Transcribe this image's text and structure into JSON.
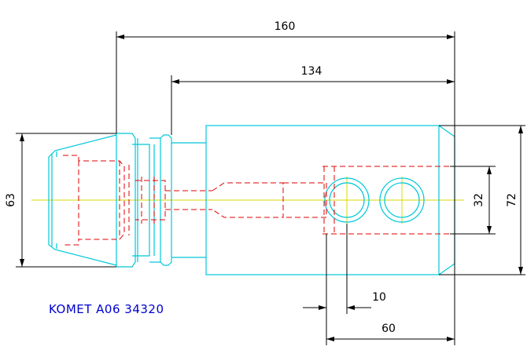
{
  "colors": {
    "outline": "#00c8d8",
    "hidden": "#e00000",
    "centerline": "#d8d800",
    "dimension": "#000000",
    "label": "#0000d0"
  },
  "dimensions": {
    "overall_length": "160",
    "body_length": "134",
    "shank_diameter": "63",
    "body_height": "72",
    "hole_spacing": "32",
    "hole_offset": "10",
    "bore_depth": "60"
  },
  "label": "KOMET A06 34320"
}
